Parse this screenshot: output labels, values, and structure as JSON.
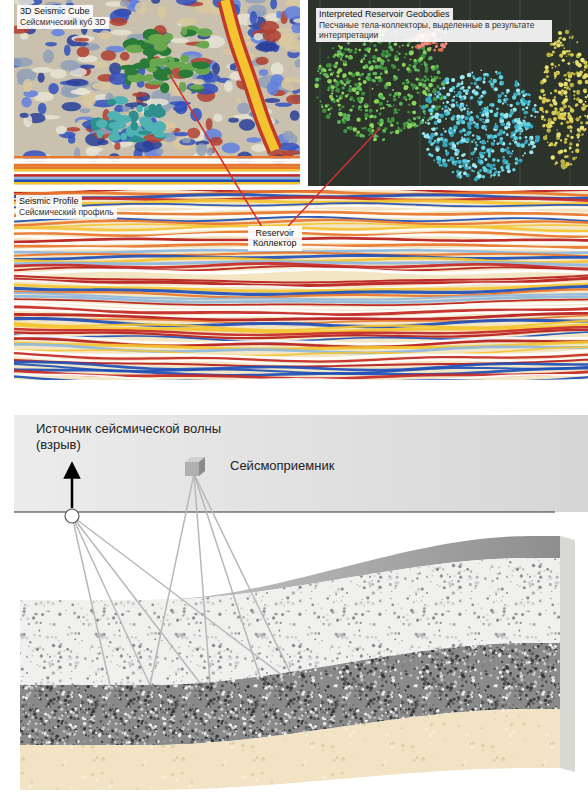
{
  "diagram": {
    "nodes": [
      {
        "text": [
          "3D Seismic Cube",
          "Сейсмический куб 3D"
        ]
      },
      {
        "text": [
          "Interpreted Reservoir Geobodies",
          "Песчаные тела-коллекторы, выделенные в результате интерпретации"
        ]
      },
      {
        "text": [
          "Seismic Profile",
          "Сейсмический профиль"
        ]
      },
      {
        "text": [
          "Reservoir",
          "Коллектор"
        ],
        "in": 2
      }
    ],
    "edges": [
      {
        "from": 3,
        "to": 0,
        "arrow": "none"
      },
      {
        "from": 3,
        "to": 1,
        "arrow": "none"
      }
    ],
    "labels": [
      "Источник сейсмической волны (взрыв)",
      "Сейсмоприемник"
    ]
  }
}
